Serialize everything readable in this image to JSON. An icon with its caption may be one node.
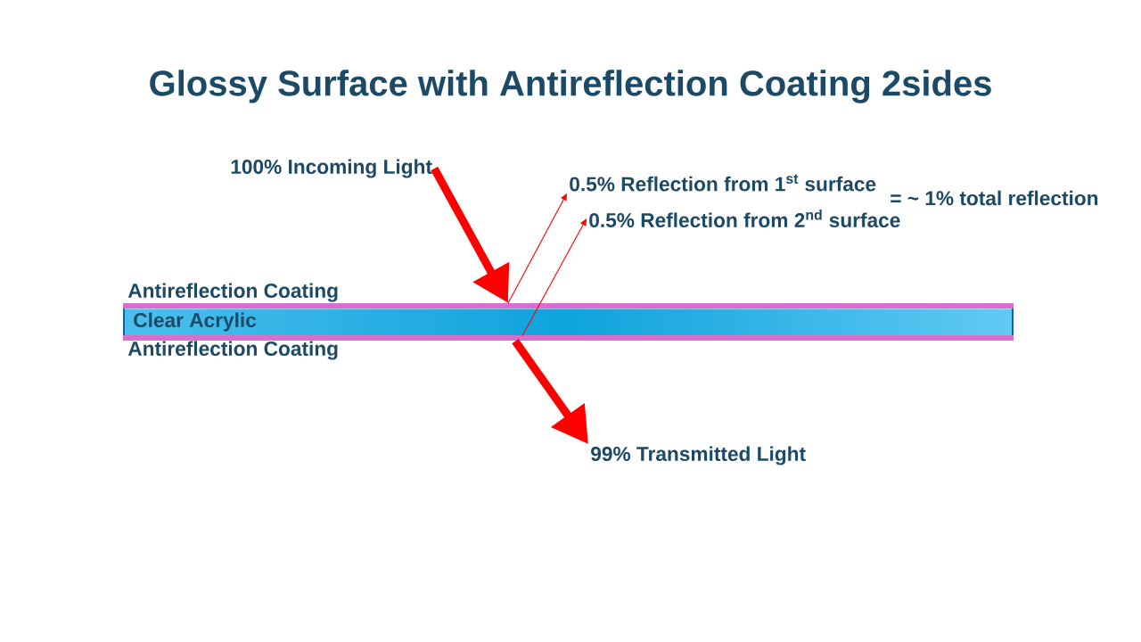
{
  "diagram": {
    "title": "Glossy Surface with Antireflection Coating 2sides",
    "nodes": [
      {
        "text": [
          "100% Incoming Light"
        ]
      },
      {
        "text": [
          "0.5% Reflection from 1$^{st}$ surface"
        ]
      },
      {
        "text": [
          "0.5% Reflection from 2$^{nd}$ surface"
        ]
      },
      {
        "text": [
          "Antireflection Coating"
        ]
      },
      {
        "text": [
          "Clear Acrylic"
        ]
      },
      {
        "text": [
          "Antireflection Coating"
        ]
      },
      {
        "text": [
          "99% Transmitted Light"
        ]
      }
    ],
    "edges": [
      {
        "from": 0,
        "to": 3,
        "arrow": "to",
        "style": "thick"
      },
      {
        "from": 3,
        "to": 1,
        "arrow": "to"
      },
      {
        "from": 4,
        "to": 2,
        "arrow": "to"
      },
      {
        "from": 5,
        "to": 6,
        "arrow": "to",
        "style": "thick"
      }
    ],
    "labels": [
      "= ~ 1% total reflection"
    ]
  }
}
